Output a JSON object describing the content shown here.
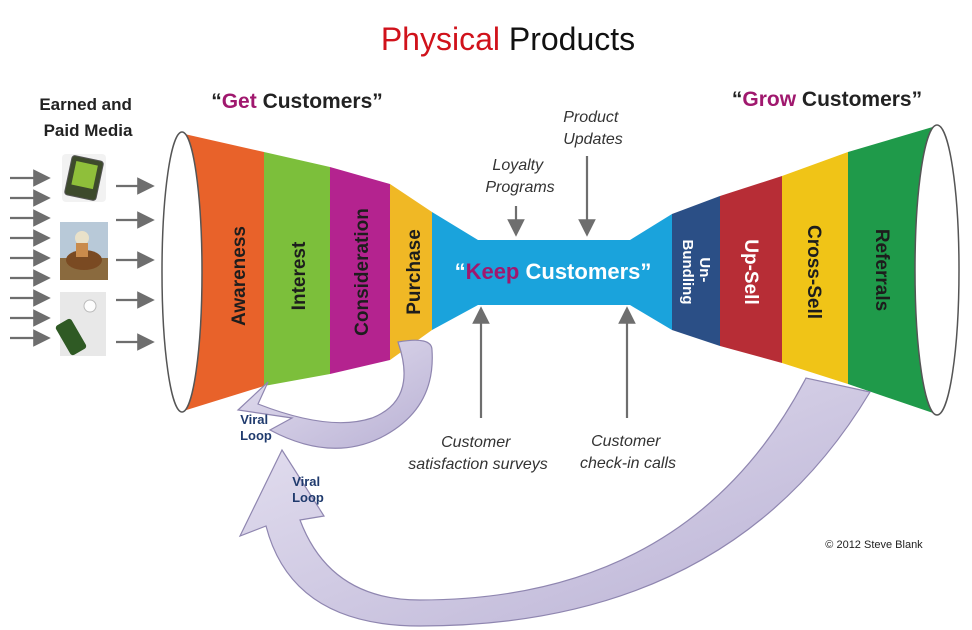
{
  "title": {
    "part1": "Physical",
    "part2": " Products",
    "part1_color": "#d0121b"
  },
  "earned": {
    "line1": "Earned and",
    "line2": "Paid Media"
  },
  "get": {
    "q1": "“",
    "word": "Get",
    "rest": " Customers”"
  },
  "grow": {
    "q1": "“",
    "word": "Grow",
    "rest": " Customers”"
  },
  "keep": {
    "q1": "“",
    "word": "Keep",
    "rest": " Customers”"
  },
  "left_segments": [
    "Awareness",
    "Interest",
    "Consideration",
    "Purchase"
  ],
  "right_segments": {
    "unbundling1": "Un-",
    "unbundling2": "Bundling",
    "upsell": "Up-Sell",
    "crosssell": "Cross-Sell",
    "referrals": "Referrals"
  },
  "annotations": {
    "loyalty1": "Loyalty",
    "loyalty2": "Programs",
    "product1": "Product",
    "product2": "Updates",
    "survey1": "Customer",
    "survey2": "satisfaction surveys",
    "checkin1": "Customer",
    "checkin2": "check-in calls"
  },
  "viral1": {
    "line1": "Viral",
    "line2": "Loop"
  },
  "viral2": {
    "line1": "Viral",
    "line2": "Loop"
  },
  "copyright": "© 2012 Steve Blank",
  "colors": {
    "awareness": "#e8622a",
    "interest": "#7cbf3b",
    "consideration": "#b4238f",
    "purchase": "#f0b825",
    "keep": "#1aa3dc",
    "unbundling": "#2b4f86",
    "upsell": "#b72d36",
    "crosssell": "#f0c417",
    "referrals": "#1f9a4a",
    "accent_magenta": "#a0186e",
    "arrow_lilac": "#c9c3de"
  }
}
